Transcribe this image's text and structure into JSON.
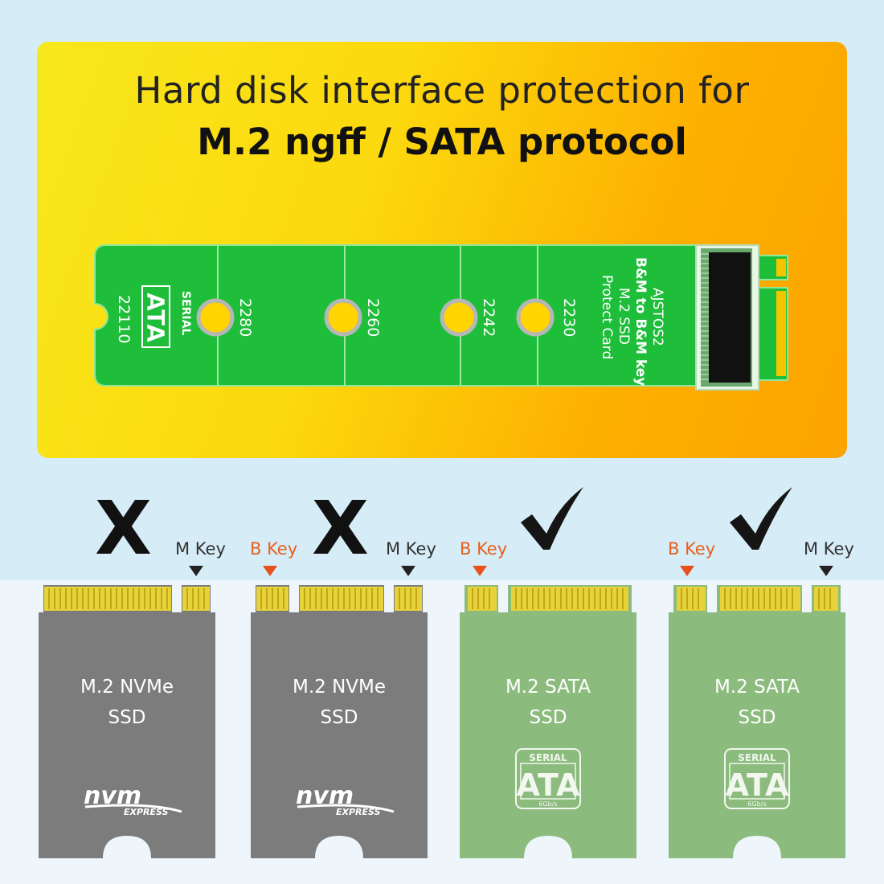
{
  "title": {
    "line1": "Hard disk interface protection for",
    "line2": "M.2 ngff / SATA protocol"
  },
  "card": {
    "model": "AJSTOS2",
    "key_text": "B&M to B&M key",
    "desc1": "M.2 SSD",
    "desc2": "Protect Card",
    "sizes": [
      "22110",
      "2280",
      "2260",
      "2242",
      "2230"
    ],
    "logo_top": "SERIAL",
    "logo_main": "ATA"
  },
  "keys": {
    "m_key": "M Key",
    "b_key": "B Key",
    "incompatible_mark": "X",
    "compatible_mark": "check-mark-icon"
  },
  "ssds": [
    {
      "line1": "M.2 NVMe",
      "line2": "SSD",
      "logo": "nvm",
      "logo_sub": "EXPRESS",
      "compatible": false
    },
    {
      "line1": "M.2 NVMe",
      "line2": "SSD",
      "logo": "nvm",
      "logo_sub": "EXPRESS",
      "compatible": false
    },
    {
      "line1": "M.2 SATA",
      "line2": "SSD",
      "logo_top": "SERIAL",
      "logo": "ATA",
      "logo_sub": "6Gb/s",
      "compatible": true
    },
    {
      "line1": "M.2 SATA",
      "line2": "SSD",
      "logo_top": "SERIAL",
      "logo": "ATA",
      "logo_sub": "6Gb/s",
      "compatible": true
    }
  ],
  "colors": {
    "nvme_body": "#7c7c7c",
    "sata_body": "#8cbb7e",
    "pcb_green": "#1fbe3a",
    "gold_pins": "#e7d23a",
    "b_key": "#e8601c",
    "banner_start": "#f7e81c",
    "banner_end": "#fca300"
  }
}
